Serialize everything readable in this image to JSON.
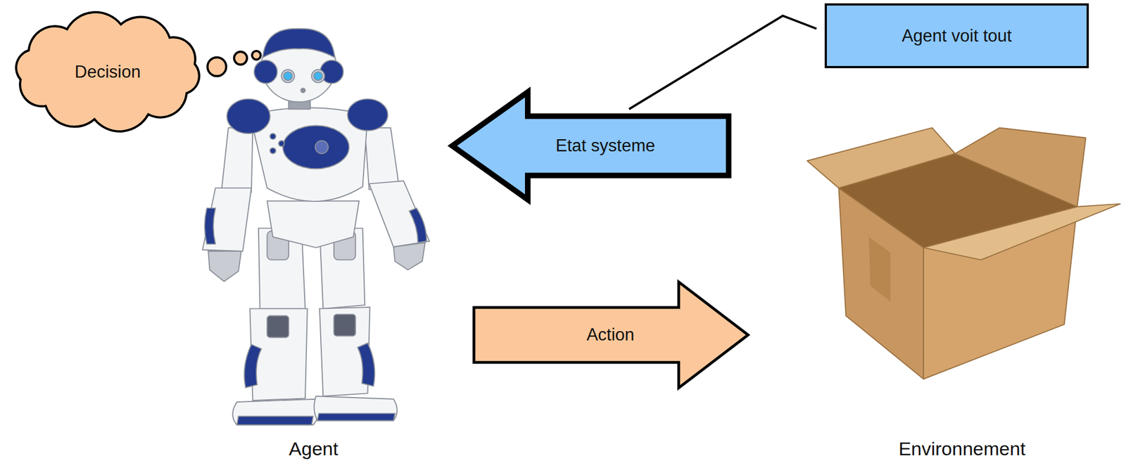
{
  "diagram": {
    "nodes": [
      {
        "text": [
          "Decision"
        ]
      },
      {
        "text": [
          "Agent voit tout"
        ]
      },
      {
        "text": [
          "Agent"
        ]
      },
      {
        "text": [
          "Environnement"
        ]
      }
    ],
    "edges": [
      {
        "from": 3,
        "to": 2,
        "arrow": "to",
        "label": "Etat systeme"
      },
      {
        "from": 2,
        "to": 3,
        "arrow": "to",
        "label": "Action"
      }
    ]
  }
}
